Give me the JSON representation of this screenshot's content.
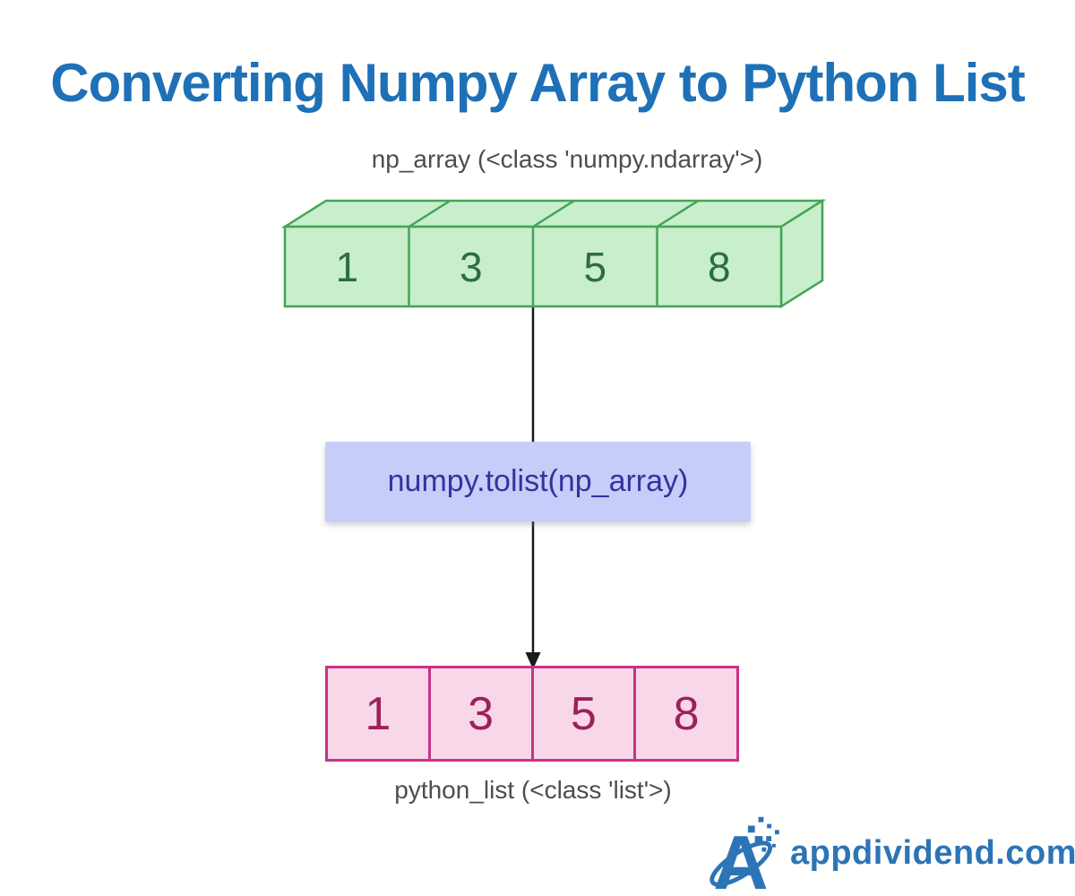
{
  "title": {
    "text": "Converting Numpy Array to Python List",
    "color": "#1e70b7"
  },
  "np_array": {
    "label": "np_array (<class 'numpy.ndarray'>)",
    "values": [
      "1",
      "3",
      "5",
      "8"
    ],
    "fill_color": "#c8eecb",
    "border_color": "#43a457",
    "value_color": "#2c6e3f"
  },
  "converter": {
    "label": "numpy.tolist(np_array)",
    "fill_color": "#c7ccf8",
    "text_color": "#33339e"
  },
  "python_list": {
    "label": "python_list (<class 'list'>)",
    "values": [
      "1",
      "3",
      "5",
      "8"
    ],
    "fill_color": "#f8d7e9",
    "border_color": "#c73384",
    "value_color": "#9c2158"
  },
  "connector": {
    "color": "#1a1a1a"
  },
  "labels": {
    "color": "#4d4d4d"
  },
  "branding": {
    "site": "appdividend.com",
    "color": "#2d74b7"
  }
}
